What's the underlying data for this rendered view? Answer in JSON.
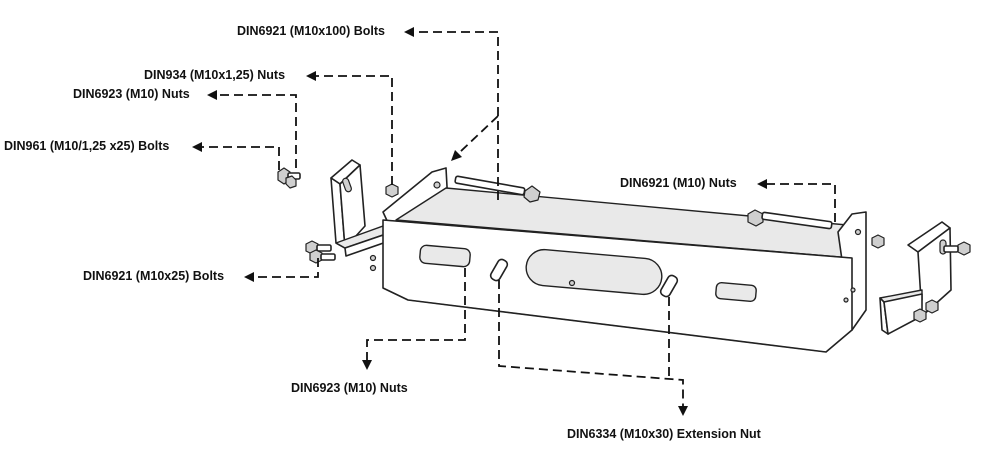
{
  "labels": {
    "bolts_m10x100": "DIN6921 (M10x100) Bolts",
    "nuts_m10x125": "DIN934 (M10x1,25) Nuts",
    "nuts_din6923_top": "DIN6923 (M10) Nuts",
    "bolts_din961": "DIN961 (M10/1,25 x25) Bolts",
    "nuts_din6921_m10": "DIN6921 (M10) Nuts",
    "bolts_m10x25": "DIN6921 (M10x25) Bolts",
    "nuts_din6923_bottom": "DIN6923 (M10) Nuts",
    "extension_nut": "DIN6334 (M10x30) Extension Nut"
  }
}
